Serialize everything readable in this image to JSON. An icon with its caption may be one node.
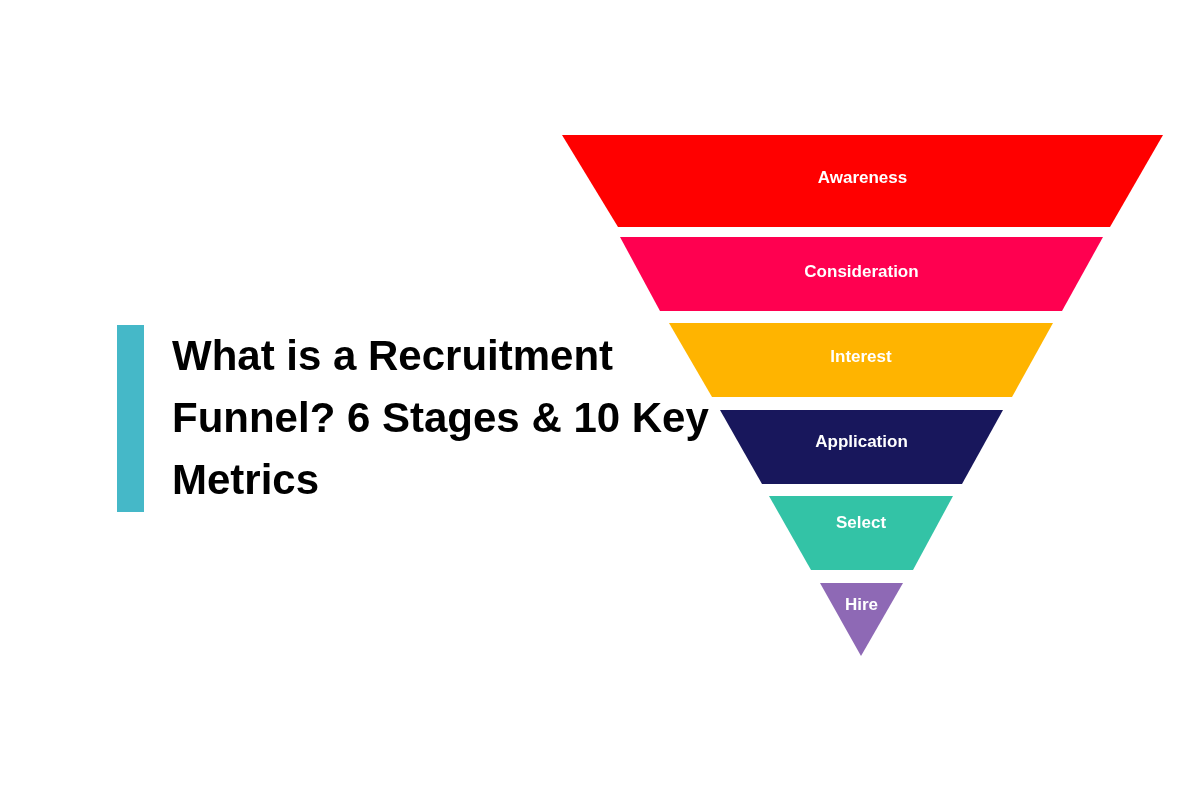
{
  "diagram": {
    "title": "What is a Recruitment Funnel? 6 Stages & 10 Key Metrics",
    "nodes": [
      {
        "text": [
          "Awareness"
        ]
      },
      {
        "text": [
          "Consideration"
        ]
      },
      {
        "text": [
          "Interest"
        ]
      },
      {
        "text": [
          "Application"
        ]
      },
      {
        "text": [
          "Select"
        ]
      },
      {
        "text": [
          "Hire"
        ]
      }
    ]
  }
}
